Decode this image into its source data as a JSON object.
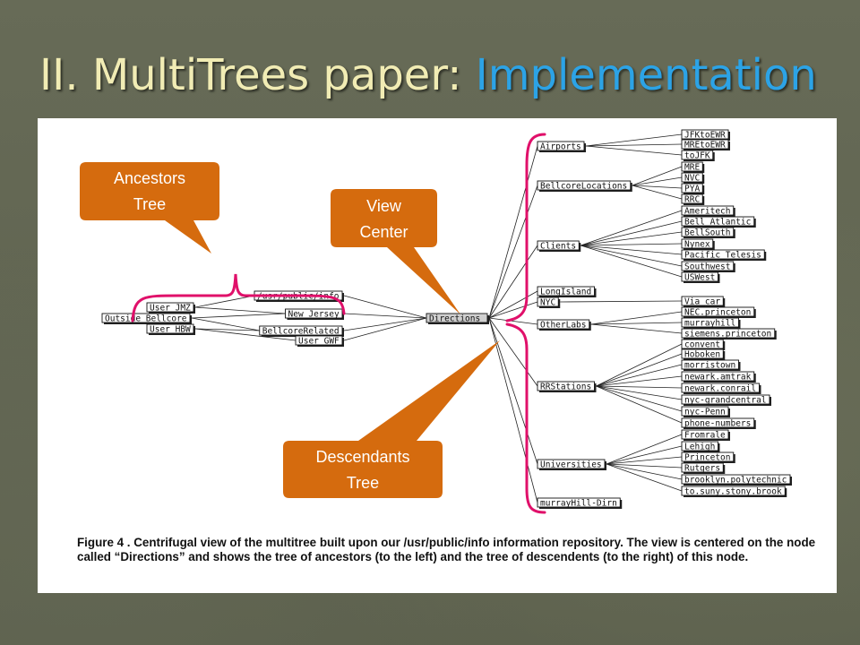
{
  "slide": {
    "title_main": "II. MultiTrees paper: ",
    "title_accent": "Implementation",
    "colors": {
      "title": "#f1ecb4",
      "accent": "#2ca3e6",
      "callout": "#d56b0e",
      "brace": "#e0106a",
      "background": "#5f6350"
    }
  },
  "figure": {
    "caption": "Figure 4 . Centrifugal view of the multitree built upon our /usr/public/info information repository. The view is centered on the node called “Directions” and shows the tree of ancestors (to the left) and the tree of descendents (to the right) of this node.",
    "center": "Directions",
    "ancestors_far": [
      "Outside Bellcore",
      "User HBW",
      "User JMZ"
    ],
    "ancestors_near": [
      "/usr/public/info",
      "New Jersey",
      "BellcoreRelated",
      "User GWF"
    ],
    "descendants": [
      {
        "name": "Airports",
        "children": [
          "JFKtoEWR",
          "MREtoEWR",
          "toJFK"
        ]
      },
      {
        "name": "BellcoreLocations",
        "children": [
          "MRE",
          "NVC",
          "PYA",
          "RRC"
        ]
      },
      {
        "name": "Clients",
        "children": [
          "Ameritech",
          "Bell_Atlantic",
          "BellSouth",
          "Nynex",
          "Pacific_Telesis",
          "Southwest",
          "USWest"
        ]
      },
      {
        "name": "LongIsland",
        "children": []
      },
      {
        "name": "NYC",
        "children": [
          "Via_car"
        ]
      },
      {
        "name": "OtherLabs",
        "children": [
          "NEC.princeton",
          "murrayhill",
          "siemens.princeton"
        ]
      },
      {
        "name": "RRStations",
        "children": [
          "convent",
          "Hoboken",
          "morristown",
          "newark.amtrak",
          "newark.conrail",
          "nyc-grandcentral",
          "nyc-Penn",
          "phone-numbers"
        ]
      },
      {
        "name": "Universities",
        "children": [
          "Fromrale",
          "Lehigh",
          "Princeton",
          "Rutgers",
          "brooklyn.polytechnic",
          "to.suny.stony.brook"
        ]
      },
      {
        "name": "murrayHill-Dirn",
        "children": []
      }
    ]
  },
  "callouts": {
    "ancestors": "Ancestors Tree",
    "ancestors_l1": "Ancestors",
    "ancestors_l2": "Tree",
    "view_center_l1": "View",
    "view_center_l2": "Center",
    "descendants_l1": "Descendants",
    "descendants_l2": "Tree"
  }
}
